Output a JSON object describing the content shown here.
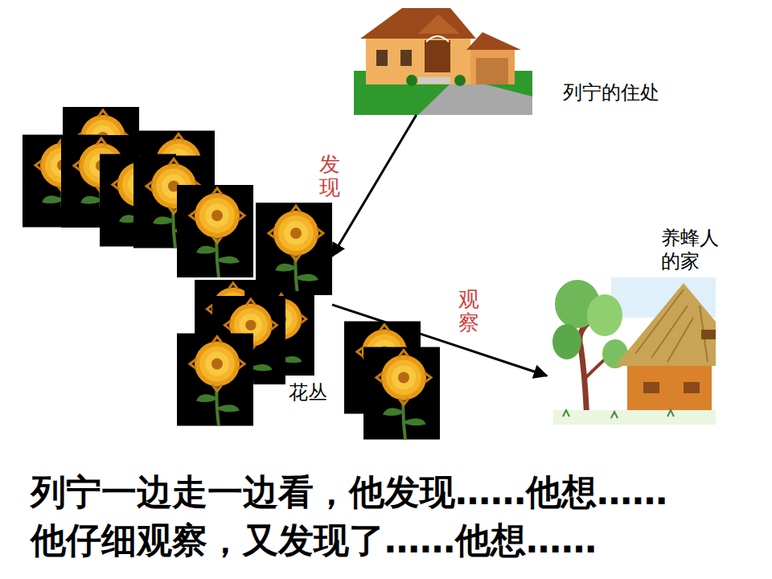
{
  "diagram": {
    "nodes": [
      {
        "text": [
          "列宁的住处"
        ]
      },
      {
        "text": [
          "花丛"
        ]
      },
      {
        "text": [
          "养蜂人的家"
        ]
      }
    ],
    "edges": [
      {
        "from": 0,
        "to": 1,
        "label": "发现",
        "arrow": "to"
      },
      {
        "from": 1,
        "to": 2,
        "label": "观察",
        "arrow": "to"
      }
    ],
    "labels": [
      "列宁一边走一边看，他发现……他想……",
      "他仔细观察，又发现了……他想……"
    ]
  }
}
